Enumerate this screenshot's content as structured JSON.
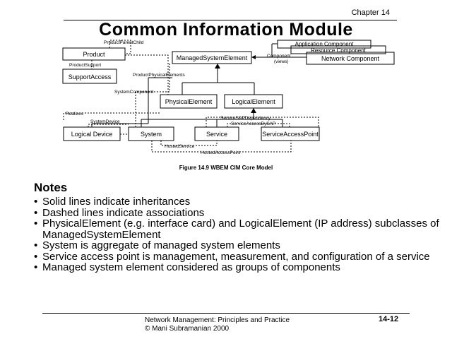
{
  "header": {
    "chapter": "Chapter 14",
    "title": "Common Information Module"
  },
  "diagram": {
    "boxes": {
      "product": "Product",
      "support_access": "SupportAccess",
      "managed_system_element": "ManagedSystemElement",
      "application_component": "Application Component",
      "resource_component": "Resource Component",
      "network_component": "Network Component",
      "physical_element": "PhysicalElement",
      "logical_element": "LogicalElement",
      "logical_device": "Logical Device",
      "system": "System",
      "service": "Service",
      "service_access_point": "ServiceAccessPoint"
    },
    "labels": {
      "product_parent_child": "ProductParentChild",
      "product_support": "ProductSupport",
      "component": "Component",
      "views": "(views)",
      "product_physical_elements": "ProductPhysicalElements",
      "system_component": "SystemComponent",
      "realizes": "Realizes",
      "system_device": "SystemDevice",
      "service_sap_dependency": "ServiceSAPDependency",
      "service_access_by_sap": "ServiceAccessBySAP",
      "hosted_service": "HostedService",
      "hosted_access_point": "HostedAccessPoint"
    },
    "caption": "Figure 14.9 WBEM CIM Core Model"
  },
  "notes": {
    "heading": "Notes",
    "items": [
      "Solid lines indicate inheritances",
      "Dashed lines indicate associations",
      "PhysicalElement (e.g. interface card) and LogicalElement (IP address) subclasses of ManagedSystemElement",
      "System is aggregate of managed system elements",
      "Service access point is management, measurement, and configuration of a service",
      "Managed system element considered as groups of components"
    ]
  },
  "footer": {
    "line1": "Network Management: Principles and Practice",
    "line2": "© Mani Subramanian 2000",
    "page_number": "14-12"
  }
}
